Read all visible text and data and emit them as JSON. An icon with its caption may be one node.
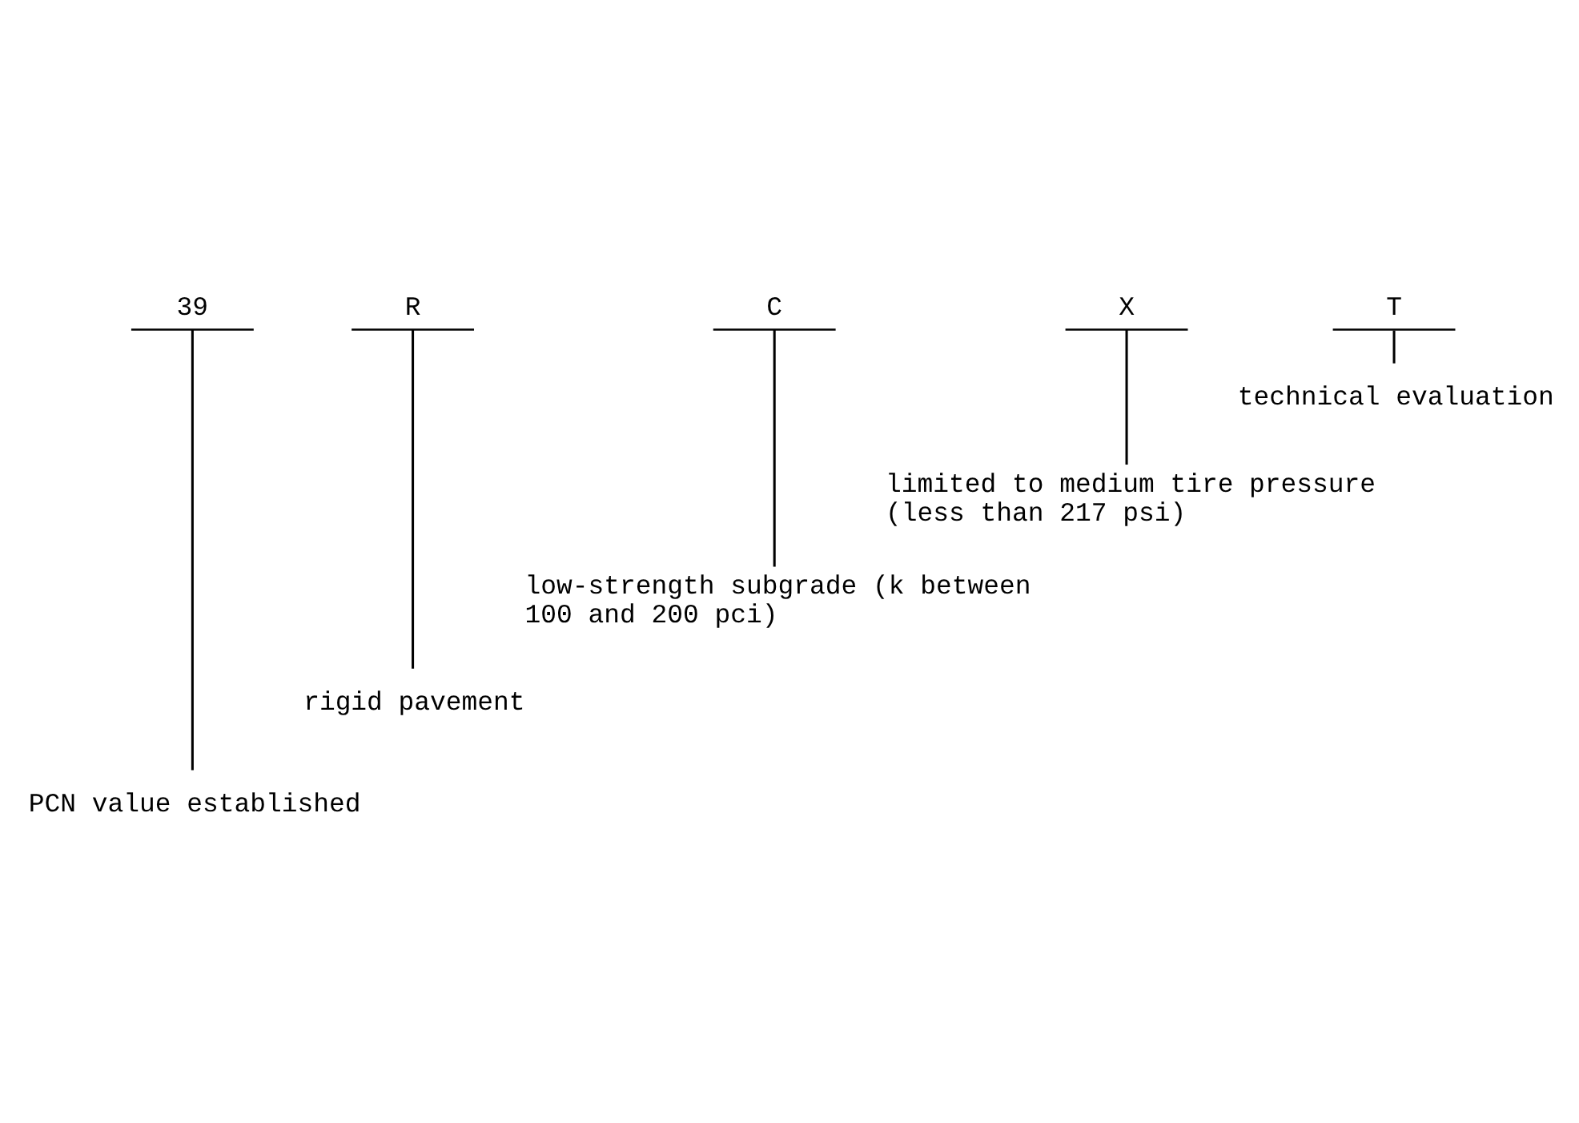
{
  "diagram": {
    "nodes": [
      {
        "text": [
          "39"
        ]
      },
      {
        "text": [
          "R"
        ]
      },
      {
        "text": [
          "C"
        ]
      },
      {
        "text": [
          "X"
        ]
      },
      {
        "text": [
          "T"
        ]
      },
      {
        "text": [
          "technical evaluation"
        ]
      },
      {
        "text": [
          "limited to medium tire pressure (less than 217 psi)"
        ]
      },
      {
        "text": [
          "low-strength subgrade (k between 100 and 200 pci)"
        ]
      },
      {
        "text": [
          "rigid pavement"
        ]
      },
      {
        "text": [
          "PCN value established"
        ]
      }
    ],
    "edges": [
      {
        "from": 4,
        "to": 5,
        "arrow": "none"
      },
      {
        "from": 3,
        "to": 6,
        "arrow": "none"
      },
      {
        "from": 2,
        "to": 7,
        "arrow": "none"
      },
      {
        "from": 1,
        "to": 8,
        "arrow": "none"
      },
      {
        "from": 0,
        "to": 9,
        "arrow": "none"
      }
    ]
  }
}
